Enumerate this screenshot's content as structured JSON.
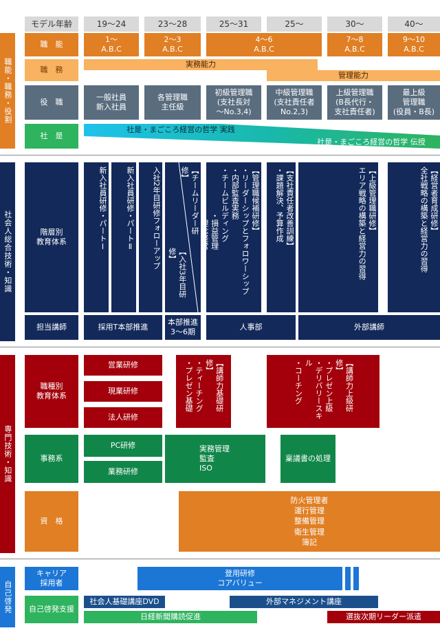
{
  "headers": [
    "モデル年齢",
    "19〜24",
    "23〜28",
    "25〜31",
    "25〜",
    "30〜",
    "40〜"
  ],
  "sections": {
    "s1": "職能・職務・役割",
    "s2": "社会人総合技術・知識",
    "s3": "専門技術・知識",
    "s4": "自己啓発"
  },
  "rows": {
    "shokuno": "職　能",
    "shokumu": "職　務",
    "yakushoku": "役　職",
    "shaze": "社　是"
  },
  "shokuno_cells": [
    "1〜\nA.B.C",
    "2〜3\nA.B.C",
    "4〜6\nA.B.C",
    "7〜8\nA.B.C",
    "9〜10\nA.B.C"
  ],
  "shokumu": {
    "jitsumu": "実務能力",
    "kanri": "管理能力"
  },
  "yakushoku_cells": [
    "一般社員\n新入社員",
    "各管理職\n主任級",
    "初級管理職\n(支社長対\n〜No.3,4)",
    "中級管理職\n(支社責任者\nNo.2,3)",
    "上級管理職\n(B長代行・\n支社責任者)",
    "最上級\n管理職\n(役員・B長)"
  ],
  "shaze": {
    "a": "社是・まごころ経営の哲学 実践",
    "b": "社是・まごころ経営の哲学 伝授"
  },
  "kaisou": {
    "label": "階層別\n教育体系",
    "c1": "新入社員研修・パートⅠ",
    "c2": "新入社員研修・パートⅡ",
    "c3": "入社2年目研修フォローアップ",
    "c4a": "【チームリーダー研修】",
    "c4b": "【入社3年目研修】",
    "c5": "【管理職候補研修】\n・リーダーシップとフォロワーシップ\n・内部監査実務\n・チームビルディング\n　　　　　　・損益管理\n　　　　　　・理念経営",
    "c6": "【支社責任者改善訓練】\n・課題解決、予算作成",
    "c7": "【上級管理職研修】\nエリア戦略の構築と経営力の習得",
    "c8": "【経営者育成研修】\n全社戦略の構築と経営力の習得"
  },
  "tanto": {
    "label": "担当講師",
    "a": "採用T本部推進",
    "b": "本部推進\n3〜6期",
    "c": "人事部",
    "d": "外部講師"
  },
  "senmon": {
    "shokushu": "職種別\n教育体系",
    "eigyo": "営業研修",
    "genkyo": "現業研修",
    "hojin": "法人研修",
    "koushi_kiso": "【講師力基礎研修】\n・ティーチング\n・プレゼン基礎",
    "koushi_jokyu": "【講師力上級研修】\n・プレゼン上級\n・デリバリースキル\n・コーチング",
    "jimu": "事務系",
    "pc": "PC研修",
    "gyomu": "業務研修",
    "jitsumu_kanri": "実務管理\n監査\nISO",
    "ringi": "稟議書の処理",
    "shikaku": "資　格",
    "shikaku_list": "防火管理者\n運行管理\n整備管理\n衛生管理\n簿記"
  },
  "jiko": {
    "career": "キャリア\n採用者",
    "toyo": "登用研修\nコアバリュー",
    "shien": "自己啓発支援",
    "dvd": "社会人基礎講座DVD",
    "gaibu": "外部マネジメント講座",
    "nikkei": "日経新聞購読促進",
    "senbatsu": "選抜次期リーダー派遣"
  },
  "colors": {
    "orange": "#e07f24",
    "light_orange": "#f8b260",
    "navy": "#12295a",
    "red": "#a3000b",
    "green": "#118649",
    "light_green": "#2eb35e",
    "cyan": "#1ec2ea",
    "blue": "#1b76d6"
  }
}
